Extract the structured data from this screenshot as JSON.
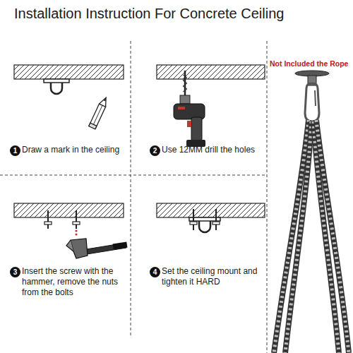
{
  "diagram": {
    "title": "Installation Instruction For Concrete Ceiling",
    "nodes": [
      {
        "text": [
          "1"
        ]
      },
      {
        "text": [
          "2"
        ]
      },
      {
        "text": [
          "3"
        ]
      },
      {
        "text": [
          "4"
        ]
      }
    ],
    "labels": [
      "Draw a mark in the ceiling",
      "Use 12MM drill the holes",
      "Insert the screw with the hammer, remove the nuts from the bolts",
      "Set the ceiling mount and tighten it HARD",
      "Not Included the Rope"
    ]
  }
}
